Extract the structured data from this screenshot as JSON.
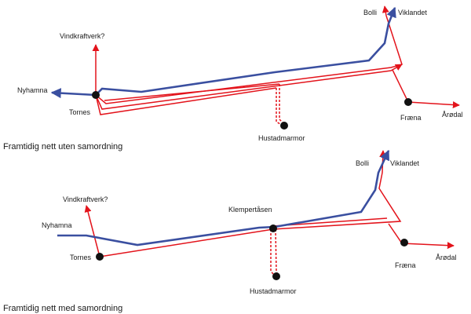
{
  "colors": {
    "red_line": "#e3131b",
    "blue_line": "#3a4fa0",
    "node": "#111111"
  },
  "top_diagram": {
    "caption": "Framtidig nett uten samordning",
    "labels": {
      "vindkraftverk": "Vindkraftverk?",
      "nyhamna": "Nyhamna",
      "tornes": "Tornes",
      "bolli": "Bolli",
      "viklandet": "Viklandet",
      "fraena": "Fræna",
      "arodal": "Årødal",
      "hustadmarmor": "Hustadmarmor"
    }
  },
  "bottom_diagram": {
    "caption": "Framtidig nett med samordning",
    "labels": {
      "vindkraftverk": "Vindkraftverk?",
      "nyhamna": "Nyhamna",
      "tornes": "Tornes",
      "klempertasen": "Klempertåsen",
      "bolli": "Bolli",
      "viklandet": "Viklandet",
      "fraena": "Fræna",
      "arodal": "Årødal",
      "hustadmarmor": "Hustadmarmor"
    }
  }
}
